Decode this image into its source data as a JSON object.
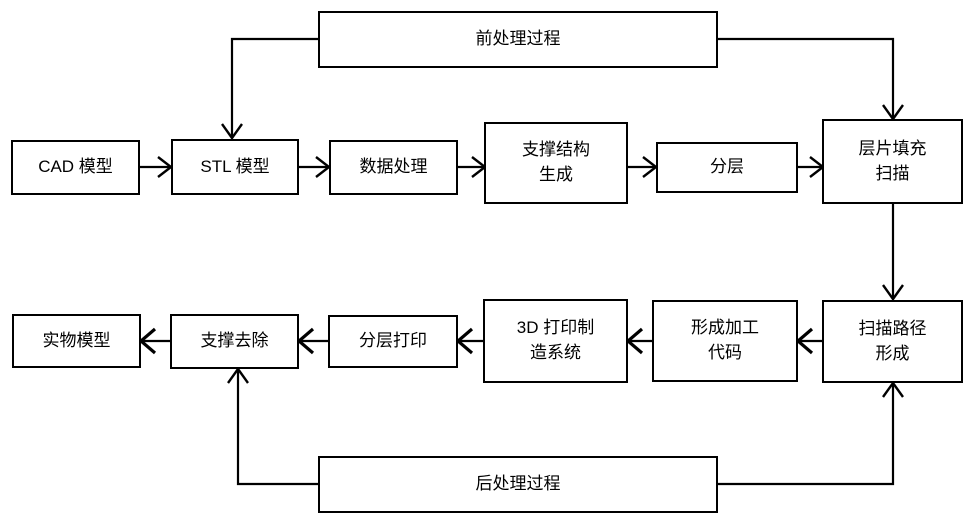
{
  "diagram": {
    "title_text": "",
    "colors": {
      "stroke": "#000000",
      "fill": "#ffffff",
      "background": "#ffffff"
    },
    "bands": {
      "pre_process": "前处理过程",
      "post_process": "后处理过程"
    },
    "row1": [
      {
        "id": "cad-model",
        "label": "CAD 模型"
      },
      {
        "id": "stl-model",
        "label": "STL 模型"
      },
      {
        "id": "data-processing",
        "label": "数据处理"
      },
      {
        "id": "support-structure-generation",
        "label": "支撑结构\n生成"
      },
      {
        "id": "slicing",
        "label": "分层"
      },
      {
        "id": "layer-fill-scan",
        "label": "层片填充\n扫描"
      }
    ],
    "row2": [
      {
        "id": "physical-model",
        "label": "实物模型"
      },
      {
        "id": "support-removal",
        "label": "支撑去除"
      },
      {
        "id": "layer-printing",
        "label": "分层打印"
      },
      {
        "id": "printing-manufacturing-system",
        "label": "3D 打印制\n造系统"
      },
      {
        "id": "machining-code-generation",
        "label": "形成加工\n代码"
      },
      {
        "id": "scan-path-generation",
        "label": "扫描路径\n形成"
      }
    ],
    "flow_order_row1": [
      "CAD 模型",
      "STL 模型",
      "数据处理",
      "支撑结构生成",
      "分层",
      "层片填充扫描"
    ],
    "flow_order_row2": [
      "扫描路径形成",
      "形成加工代码",
      "3D 打印制造系统",
      "分层打印",
      "支撑去除",
      "实物模型"
    ]
  }
}
